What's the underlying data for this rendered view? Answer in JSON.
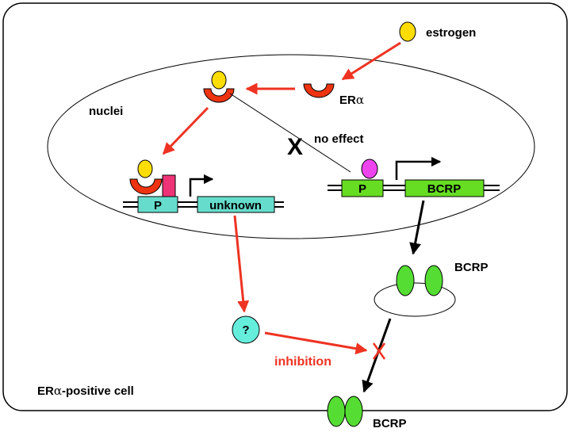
{
  "labels": {
    "estrogen": "estrogen",
    "er_alpha_prefix": "ER",
    "er_alpha_symbol": "α",
    "nuclei": "nuclei",
    "no_effect": "no effect",
    "promoter_left": "P",
    "unknown_gene": "unknown",
    "promoter_right": "P",
    "bcrp_gene": "BCRP",
    "bcrp_protein": "BCRP",
    "question": "?",
    "inhibition": "inhibition",
    "cell_prefix": "ER",
    "cell_symbol": "α",
    "cell_suffix": "-positive cell",
    "bcrp_membrane": "BCRP"
  },
  "colors": {
    "red_arrow": "#ee3322",
    "receptor": "#ee3311",
    "estrogen": "#ffdd00",
    "coactivator": "#ee3377",
    "promoter_left": "#66ddcc",
    "promoter_right": "#66dd22",
    "bcrp_protein": "#55dd33",
    "magenta_factor": "#ee44ee",
    "question_circle": "#66eedd",
    "inhibition_text": "#ee3322"
  }
}
